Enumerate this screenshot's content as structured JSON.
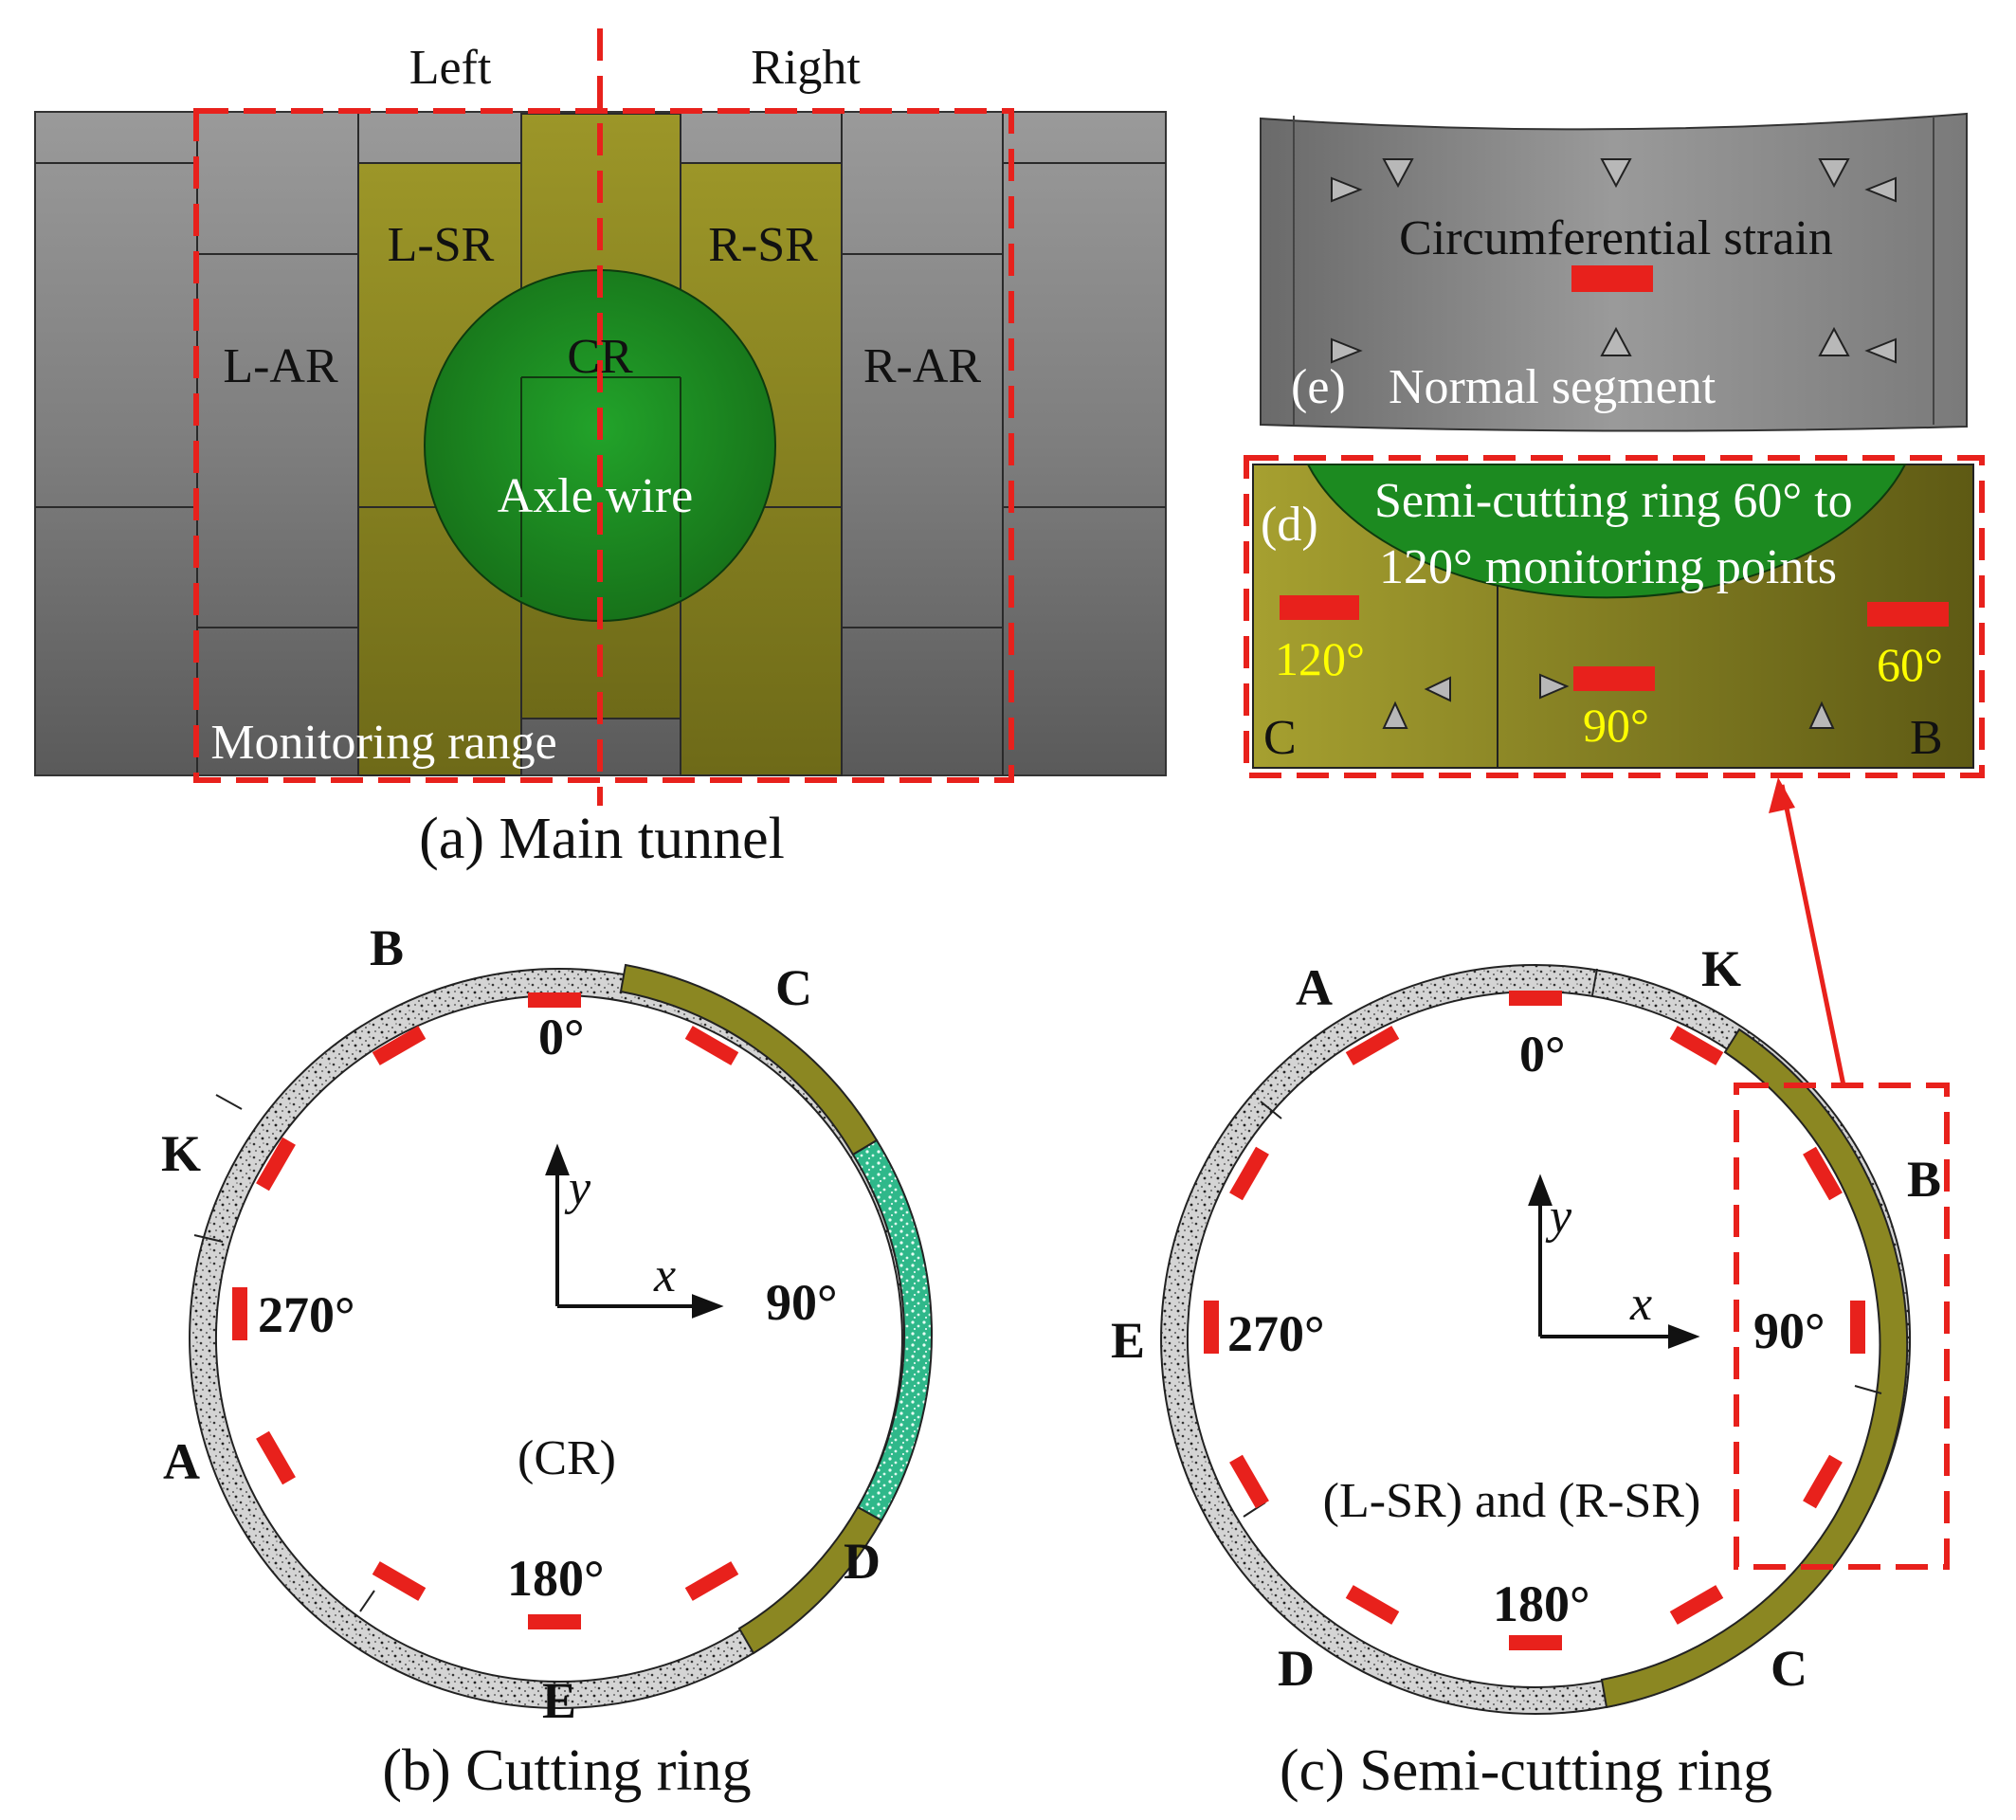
{
  "panel_a": {
    "left": "Left",
    "right": "Right",
    "l_sr": "L-SR",
    "r_sr": "R-SR",
    "l_ar": "L-AR",
    "r_ar": "R-AR",
    "cr": "CR",
    "axle_wire": "Axle wire",
    "monitoring_range": "Monitoring range",
    "caption": "(a) Main tunnel"
  },
  "panel_e": {
    "strain": "Circumferential strain",
    "tag": "(e)",
    "title": "Normal segment"
  },
  "panel_d": {
    "tag": "(d)",
    "title_line1": "Semi-cutting ring 60° to",
    "title_line2": "120° monitoring points",
    "a120": "120°",
    "a90": "90°",
    "a60": "60°",
    "c": "C",
    "b": "B"
  },
  "panel_b": {
    "b": "B",
    "c": "C",
    "k": "K",
    "a": "A",
    "d": "D",
    "e": "E",
    "deg0": "0°",
    "deg90": "90°",
    "deg180": "180°",
    "deg270": "270°",
    "x": "x",
    "y": "y",
    "center": "(CR)",
    "caption": "(b) Cutting ring"
  },
  "panel_c": {
    "a": "A",
    "k": "K",
    "b": "B",
    "e": "E",
    "d": "D",
    "c": "C",
    "deg0": "0°",
    "deg90": "90°",
    "deg180": "180°",
    "deg270": "270°",
    "x": "x",
    "y": "y",
    "center": "(L-SR) and (R-SR)",
    "caption": "(c) Semi-cutting ring"
  },
  "colors": {
    "olive": "#8b8722",
    "green": "#1f8f22",
    "gray": "#7a7a7a",
    "red": "#e8211c",
    "teal_speckle": "#2fb88a",
    "label_yellow": "#ffff00"
  }
}
